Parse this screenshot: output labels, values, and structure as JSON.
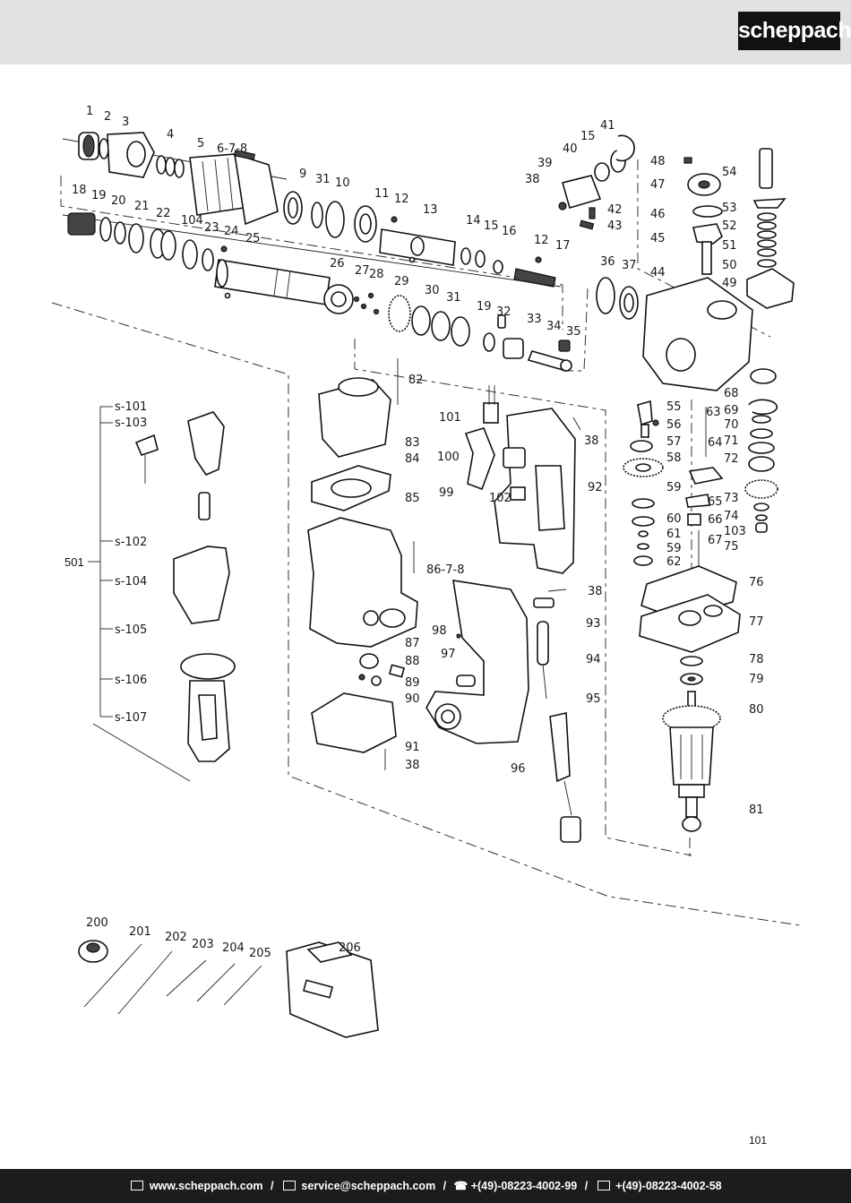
{
  "brand": {
    "logo_text": "scheppach"
  },
  "page_number": "101",
  "footer": {
    "website": "www.scheppach.com",
    "email": "service@scheppach.com",
    "phone": "+(49)-08223-4002-99",
    "fax": "+(49)-08223-4002-58",
    "separator": "/"
  },
  "diagram": {
    "labels_top_row": [
      "1",
      "2",
      "3",
      "4",
      "5",
      "6-7-8",
      "9",
      "31",
      "10",
      "11",
      "12",
      "13",
      "14",
      "15",
      "16",
      "12",
      "17",
      "41",
      "15",
      "40",
      "39",
      "38",
      "42",
      "43",
      "48",
      "47",
      "46",
      "45",
      "54",
      "53",
      "52",
      "51",
      "50",
      "49"
    ],
    "labels_second_row": [
      "18",
      "19",
      "20",
      "21",
      "22",
      "104",
      "23",
      "24",
      "25",
      "26",
      "27",
      "28",
      "29",
      "30",
      "31",
      "19",
      "32",
      "33",
      "34",
      "35",
      "36",
      "37",
      "44"
    ],
    "labels_right_column": [
      "68",
      "69",
      "70",
      "71",
      "72",
      "73",
      "74",
      "103",
      "75",
      "55",
      "56",
      "57",
      "58",
      "59",
      "60",
      "61",
      "59",
      "62",
      "63",
      "64",
      "65",
      "66",
      "67",
      "76",
      "77",
      "78",
      "79",
      "80",
      "81"
    ],
    "labels_center": [
      "82",
      "83",
      "84",
      "85",
      "86-7-8",
      "87",
      "88",
      "89",
      "90",
      "91",
      "38",
      "101",
      "100",
      "99",
      "102",
      "92",
      "38",
      "38",
      "93",
      "98",
      "97",
      "94",
      "95",
      "96"
    ],
    "labels_handle_group": [
      "501",
      "s-101",
      "s-103",
      "s-102",
      "s-104",
      "s-105",
      "s-106",
      "s-107"
    ],
    "labels_accessories": [
      "200",
      "201",
      "202",
      "203",
      "204",
      "205",
      "206"
    ]
  }
}
